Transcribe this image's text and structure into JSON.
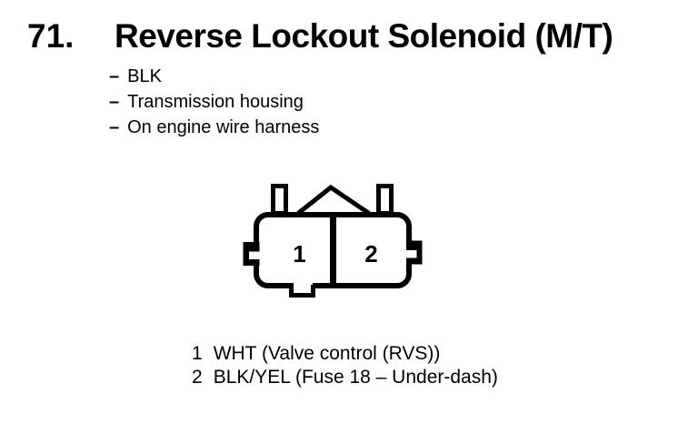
{
  "header": {
    "item_number": "71.",
    "title": "Reverse Lockout Solenoid (M/T)"
  },
  "bullets": [
    {
      "dash": "–",
      "label": "BLK"
    },
    {
      "dash": "–",
      "label": "Transmission housing"
    },
    {
      "dash": "–",
      "label": "On engine wire harness"
    }
  ],
  "connector": {
    "cavities": [
      {
        "number": "1"
      },
      {
        "number": "2"
      }
    ]
  },
  "pin_legend": [
    {
      "pin": "1",
      "description": "WHT (Valve control (RVS))"
    },
    {
      "pin": "2",
      "description": "BLK/YEL (Fuse 18 – Under-dash)"
    }
  ],
  "colors": {
    "ink": "#000000",
    "background": "#ffffff"
  }
}
